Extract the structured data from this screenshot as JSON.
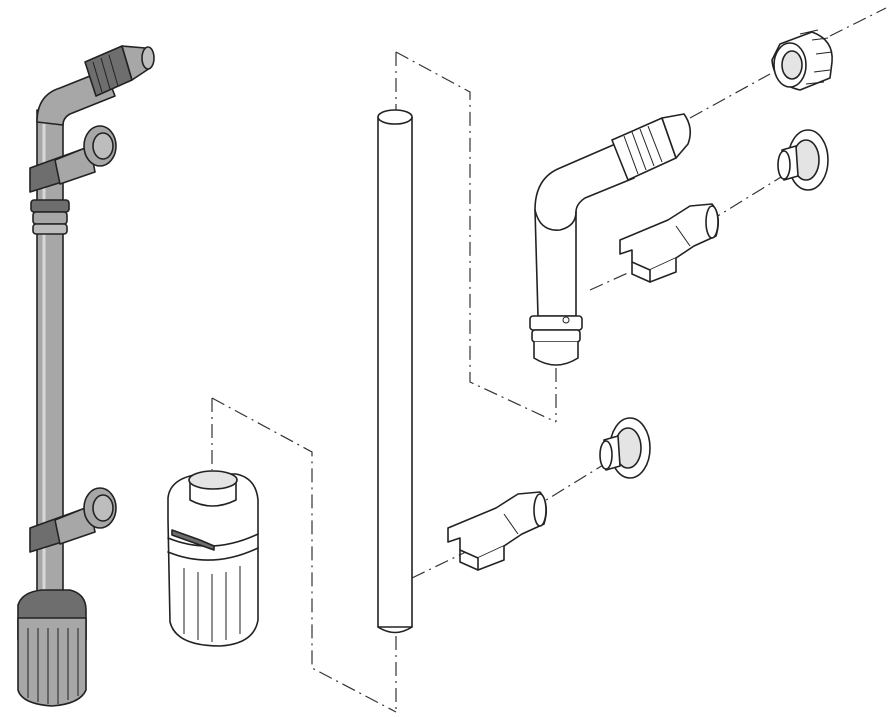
{
  "diagram": {
    "type": "exploded-assembly",
    "colors": {
      "line": "#222222",
      "assembled_fill": "#a7a7a7",
      "exploded_fill": "#ffffff",
      "background": "#ffffff"
    },
    "parts": [
      {
        "name": "assembled-intake-pipe",
        "shading": "gray"
      },
      {
        "name": "intake-strainer",
        "shading": "white"
      },
      {
        "name": "straight-pipe",
        "shading": "white"
      },
      {
        "name": "elbow-pipe",
        "shading": "white"
      },
      {
        "name": "hose-nut",
        "shading": "white"
      },
      {
        "name": "suction-cup",
        "count": 2,
        "shading": "white"
      },
      {
        "name": "suction-cup-clip",
        "count": 2,
        "shading": "white"
      }
    ]
  }
}
